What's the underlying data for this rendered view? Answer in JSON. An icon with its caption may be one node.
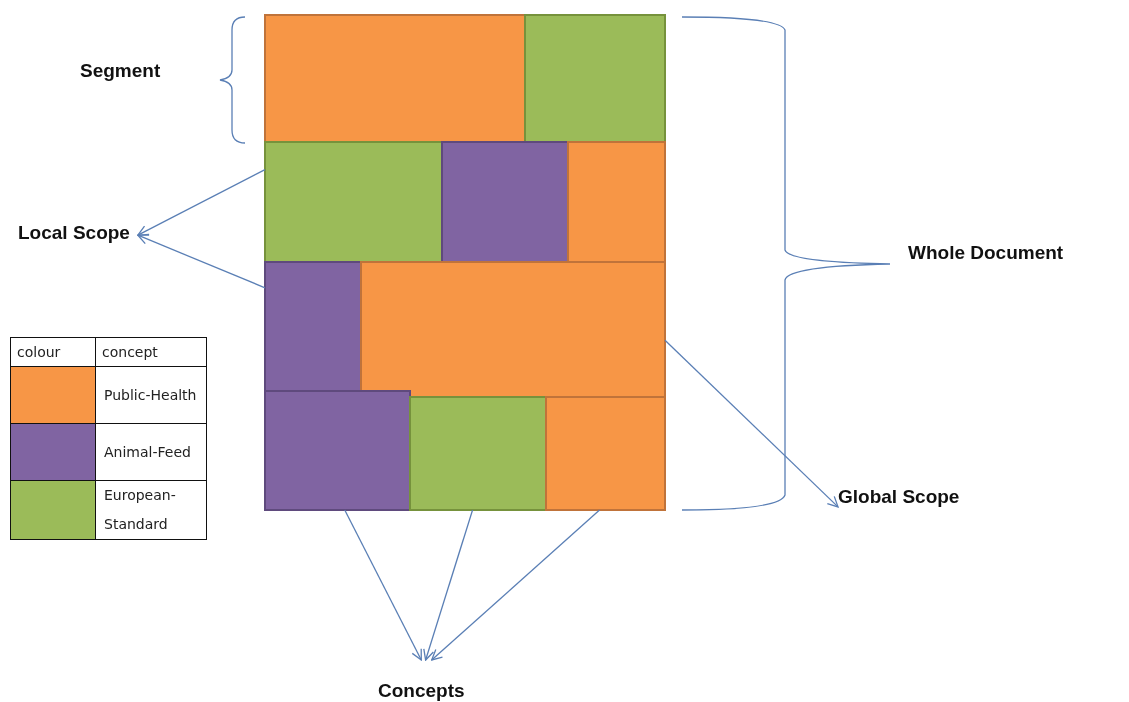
{
  "diagram": {
    "nodes": [
      {
        "text": [],
        "shape": "box"
      },
      {
        "text": [],
        "shape": "box"
      },
      {
        "text": [],
        "shape": "box"
      },
      {
        "text": [],
        "shape": "box"
      },
      {
        "text": [],
        "shape": "box"
      },
      {
        "text": [],
        "shape": "box"
      },
      {
        "text": [],
        "shape": "box"
      },
      {
        "text": [],
        "shape": "box"
      },
      {
        "text": [],
        "shape": "box"
      },
      {
        "text": [],
        "shape": "box"
      },
      {
        "text": [
          "Segment"
        ]
      },
      {
        "text": [
          "Local Scope"
        ]
      },
      {
        "text": [
          "Whole Document"
        ]
      },
      {
        "text": [
          "Global Scope"
        ]
      },
      {
        "text": [
          "Concepts"
        ]
      }
    ],
    "edges": [
      {
        "from": 2,
        "to": 11,
        "arrow": "to"
      },
      {
        "from": 5,
        "to": 11,
        "arrow": "to"
      },
      {
        "from": 6,
        "to": 13,
        "arrow": "to"
      },
      {
        "from": 7,
        "to": 14,
        "arrow": "to"
      },
      {
        "from": 8,
        "to": 14,
        "arrow": "to"
      },
      {
        "from": 9,
        "to": 14,
        "arrow": "to"
      }
    ],
    "labels": [
      "colour",
      "concept"
    ],
    "legend": [
      {
        "text": "Public-Health",
        "color": "#f79646"
      },
      {
        "text": "Animal-Feed",
        "color": "#8064a2"
      },
      {
        "text": "European-Standard",
        "color": "#9bbb59"
      }
    ]
  }
}
